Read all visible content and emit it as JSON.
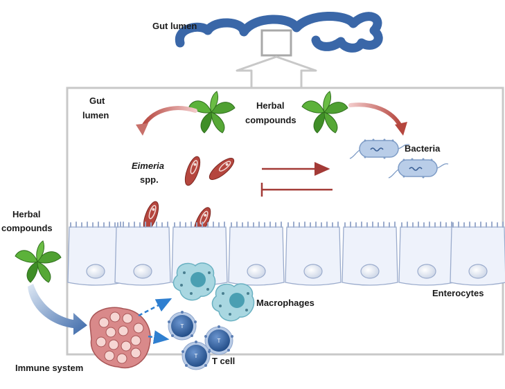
{
  "labels": {
    "gut_lumen_top": "Gut lumen",
    "gut_lumen_box_line1": "Gut",
    "gut_lumen_box_line2": "lumen",
    "herbal_center_line1": "Herbal",
    "herbal_center_line2": "compounds",
    "eimeria_line1": "Eimeria",
    "eimeria_line2": "spp.",
    "bacteria": "Bacteria",
    "herbal_left_line1": "Herbal",
    "herbal_left_line2": "compounds",
    "enterocytes": "Enterocytes",
    "macrophages": "Macrophages",
    "immune_system": "Immune system",
    "t_cell": "T cell",
    "t_marker": "T"
  },
  "colors": {
    "intestine": "#3a67a8",
    "frame": "#c8c8c8",
    "leaf": "#4fa032",
    "eimeria": "#b5463e",
    "inhibit_arrow": "#a33a36",
    "bacteria": "#b9cde8",
    "enterocyte": "#eef2fb",
    "macrophage": "#8ec9d6",
    "tcell": "#2f5fa0",
    "lymph_node": "#d9898a",
    "dashed_arrow": "#2f7fd0"
  }
}
